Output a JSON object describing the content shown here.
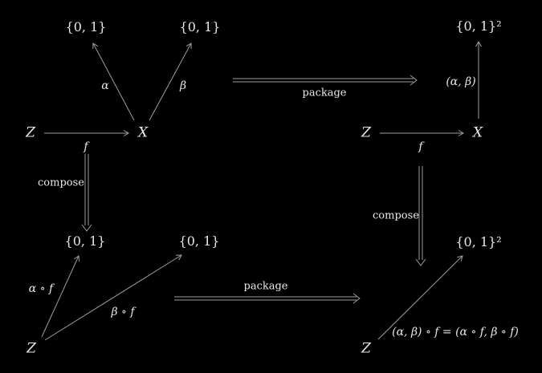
{
  "colors": {
    "background": "#000000",
    "text": "#e8e8e8",
    "arrow": "#9e9e9e"
  },
  "diagram": {
    "top_left": {
      "node_01_left": "{0, 1}",
      "node_01_right": "{0, 1}",
      "node_z": "Z",
      "node_x": "X",
      "arrow_label_alpha": "α",
      "arrow_label_beta": "β",
      "arrow_label_f": "f"
    },
    "top_right": {
      "node_01_squared": "{0, 1}²",
      "node_z": "Z",
      "node_x": "X",
      "arrow_label_pair": "(α, β)",
      "arrow_label_f": "f"
    },
    "bottom_left": {
      "node_01_left": "{0, 1}",
      "node_01_right": "{0, 1}",
      "node_z": "Z",
      "arrow_label_alpha_f": "α ∘ f",
      "arrow_label_beta_f": "β ∘ f"
    },
    "bottom_right": {
      "node_01_squared": "{0, 1}²",
      "node_z": "Z",
      "arrow_label_equation": "(α, β) ∘ f = (α ∘ f, β ∘ f)"
    },
    "transformations": {
      "package_top_label": "package",
      "package_bottom_label": "package",
      "compose_left_label": "compose",
      "compose_right_label": "compose"
    }
  }
}
